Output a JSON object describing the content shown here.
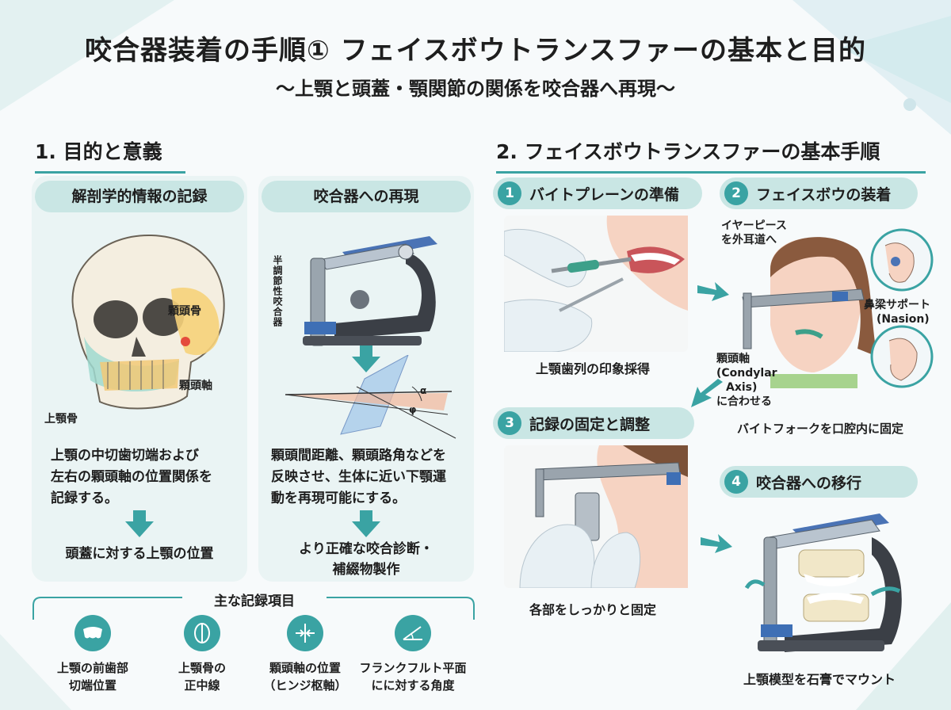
{
  "header": {
    "title": "咬合器装着の手順① フェイスボウトランスファーの基本と目的",
    "subtitle": "〜上顎と頭蓋・顎関節の関係を咬合器へ再現〜"
  },
  "section1": {
    "heading": "1. 目的と意義",
    "left_panel": {
      "title": "解剖学的情報の記録",
      "labels": {
        "condyle": "顆頭骨",
        "axis": "顆頭軸",
        "maxilla": "上顎骨"
      },
      "body": [
        "上顎の中切歯切端および",
        "左右の顆頭軸の位置関係を",
        "記録する。"
      ],
      "result": "頭蓋に対する上顎の位置"
    },
    "right_panel": {
      "title": "咬合器への再現",
      "vertical_label": "半調節性咬合器",
      "angle_labels": {
        "alpha": "α",
        "phi": "φ"
      },
      "body": [
        "顆頭間距離、顆頭路角などを",
        "反映させ、生体に近い下顎運",
        "動を再現可能にする。"
      ],
      "result": [
        "より正確な咬合診断・",
        "補綴物製作"
      ]
    },
    "records": {
      "title": "主な記録項目",
      "items": [
        {
          "icon": "teeth-icon",
          "lines": [
            "上顎の前歯部",
            "切端位置"
          ]
        },
        {
          "icon": "midline-icon",
          "lines": [
            "上顎骨の",
            "正中線"
          ]
        },
        {
          "icon": "hinge-axis-icon",
          "lines": [
            "顆頭軸の位置",
            "（ヒンジ枢軸）"
          ]
        },
        {
          "icon": "angle-icon",
          "lines": [
            "フランクフルト平面",
            "にに対する角度"
          ]
        }
      ]
    }
  },
  "section2": {
    "heading": "2. フェイスボウトランスファーの基本手順",
    "steps": [
      {
        "num": "1",
        "title": "バイトプレーンの準備",
        "caption": "上顎歯列の印象採得"
      },
      {
        "num": "2",
        "title": "フェイスボウの装着",
        "labels": {
          "earpiece": [
            "イヤーピース",
            "を外耳道へ"
          ],
          "nasion": [
            "鼻梁サポート",
            "(Nasion)"
          ],
          "condylar": [
            "顆頭軸",
            "(Condylar",
            "Axis)",
            "に合わせる"
          ]
        },
        "caption": "バイトフォークを口腔内に固定"
      },
      {
        "num": "3",
        "title": "記録の固定と調整",
        "caption": "各部をしっかりと固定"
      },
      {
        "num": "4",
        "title": "咬合器への移行",
        "caption": "上顎模型を石膏でマウント"
      }
    ]
  },
  "colors": {
    "accent": "#3aa3a3",
    "panel": "#eaf4f4",
    "pill": "#c9e6e4"
  }
}
